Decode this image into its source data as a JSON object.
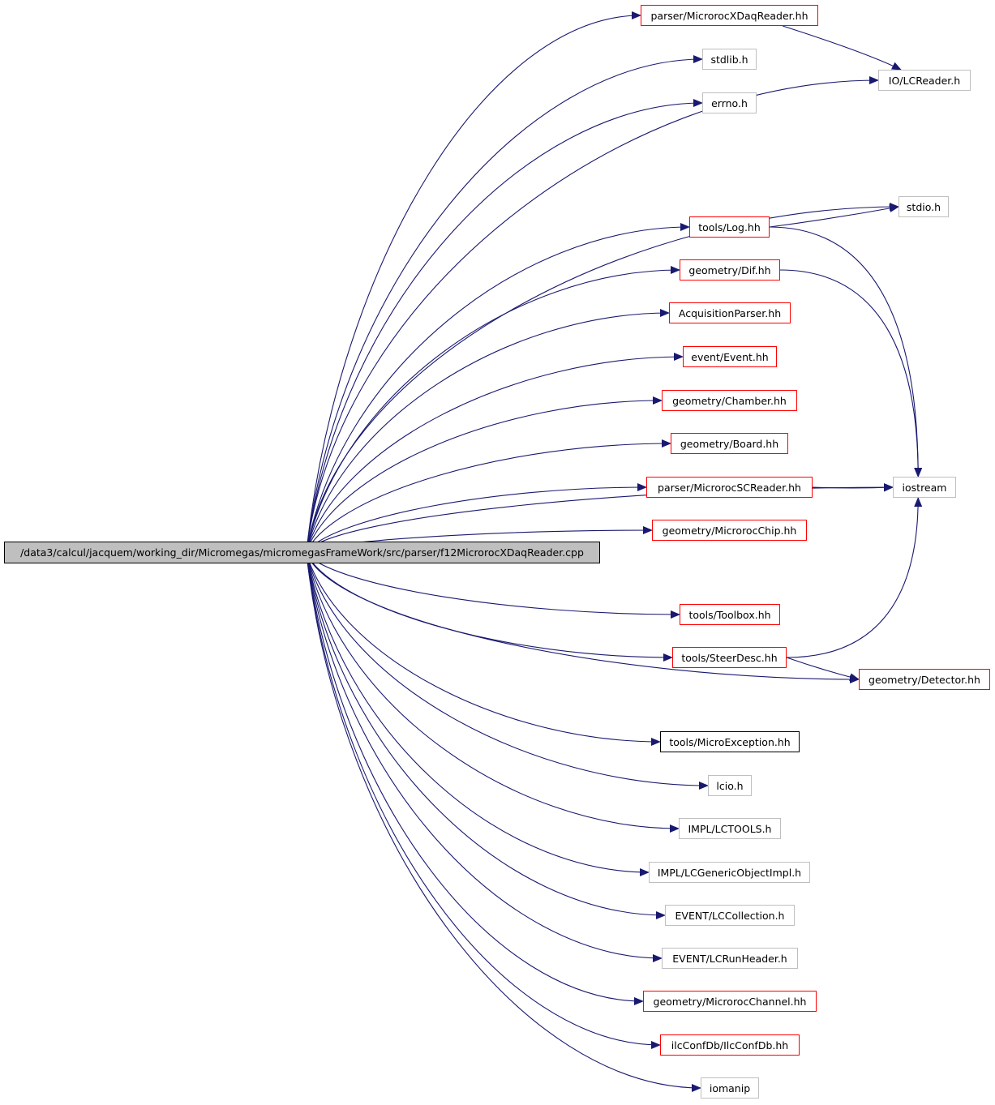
{
  "colors": {
    "edge": "#191970",
    "red_border": "#ff0000",
    "gray_border": "#bfbfbf",
    "black_border": "#000000",
    "root_fill": "#bfbfbf"
  },
  "root": {
    "label": "/data3/calcul/jacquem/working_dir/Micromegas/micromegasFrameWork/src/parser/f12MicrorocXDaqReader.cpp"
  },
  "nodes": {
    "mxdaq": {
      "label": "parser/MicrorocXDaqReader.hh",
      "style": "red"
    },
    "stdlib": {
      "label": "stdlib.h",
      "style": "gray"
    },
    "errno": {
      "label": "errno.h",
      "style": "gray"
    },
    "lcreader": {
      "label": "IO/LCReader.h",
      "style": "gray"
    },
    "stdio": {
      "label": "stdio.h",
      "style": "gray"
    },
    "log": {
      "label": "tools/Log.hh",
      "style": "red"
    },
    "dif": {
      "label": "geometry/Dif.hh",
      "style": "red"
    },
    "acq": {
      "label": "AcquisitionParser.hh",
      "style": "red"
    },
    "event": {
      "label": "event/Event.hh",
      "style": "red"
    },
    "chamber": {
      "label": "geometry/Chamber.hh",
      "style": "red"
    },
    "board": {
      "label": "geometry/Board.hh",
      "style": "red"
    },
    "msc": {
      "label": "parser/MicrorocSCReader.hh",
      "style": "red"
    },
    "iostream": {
      "label": "iostream",
      "style": "gray"
    },
    "mchip": {
      "label": "geometry/MicrorocChip.hh",
      "style": "red"
    },
    "toolbox": {
      "label": "tools/Toolbox.hh",
      "style": "red"
    },
    "steer": {
      "label": "tools/SteerDesc.hh",
      "style": "red"
    },
    "detector": {
      "label": "geometry/Detector.hh",
      "style": "red"
    },
    "mexc": {
      "label": "tools/MicroException.hh",
      "style": "black"
    },
    "lcio": {
      "label": "lcio.h",
      "style": "gray"
    },
    "lctools": {
      "label": "IMPL/LCTOOLS.h",
      "style": "gray"
    },
    "lcgen": {
      "label": "IMPL/LCGenericObjectImpl.h",
      "style": "gray"
    },
    "lccoll": {
      "label": "EVENT/LCCollection.h",
      "style": "gray"
    },
    "lcrun": {
      "label": "EVENT/LCRunHeader.h",
      "style": "gray"
    },
    "mchan": {
      "label": "geometry/MicrorocChannel.hh",
      "style": "red"
    },
    "ilcconf": {
      "label": "ilcConfDb/IlcConfDb.hh",
      "style": "red"
    },
    "iomanip": {
      "label": "iomanip",
      "style": "gray"
    }
  },
  "edges": [
    [
      "root",
      "mxdaq"
    ],
    [
      "root",
      "stdlib"
    ],
    [
      "root",
      "errno"
    ],
    [
      "root",
      "lcreader"
    ],
    [
      "root",
      "stdio"
    ],
    [
      "root",
      "log"
    ],
    [
      "root",
      "dif"
    ],
    [
      "root",
      "acq"
    ],
    [
      "root",
      "event"
    ],
    [
      "root",
      "chamber"
    ],
    [
      "root",
      "board"
    ],
    [
      "root",
      "msc"
    ],
    [
      "root",
      "mchip"
    ],
    [
      "root",
      "iostream"
    ],
    [
      "root",
      "toolbox"
    ],
    [
      "root",
      "steer"
    ],
    [
      "root",
      "detector"
    ],
    [
      "root",
      "mexc"
    ],
    [
      "root",
      "lcio"
    ],
    [
      "root",
      "lctools"
    ],
    [
      "root",
      "lcgen"
    ],
    [
      "root",
      "lccoll"
    ],
    [
      "root",
      "lcrun"
    ],
    [
      "root",
      "mchan"
    ],
    [
      "root",
      "ilcconf"
    ],
    [
      "root",
      "iomanip"
    ],
    [
      "mxdaq",
      "lcreader"
    ],
    [
      "log",
      "stdio"
    ],
    [
      "log",
      "iostream"
    ],
    [
      "dif",
      "iostream"
    ],
    [
      "msc",
      "iostream"
    ],
    [
      "steer",
      "iostream"
    ],
    [
      "steer",
      "detector"
    ]
  ]
}
